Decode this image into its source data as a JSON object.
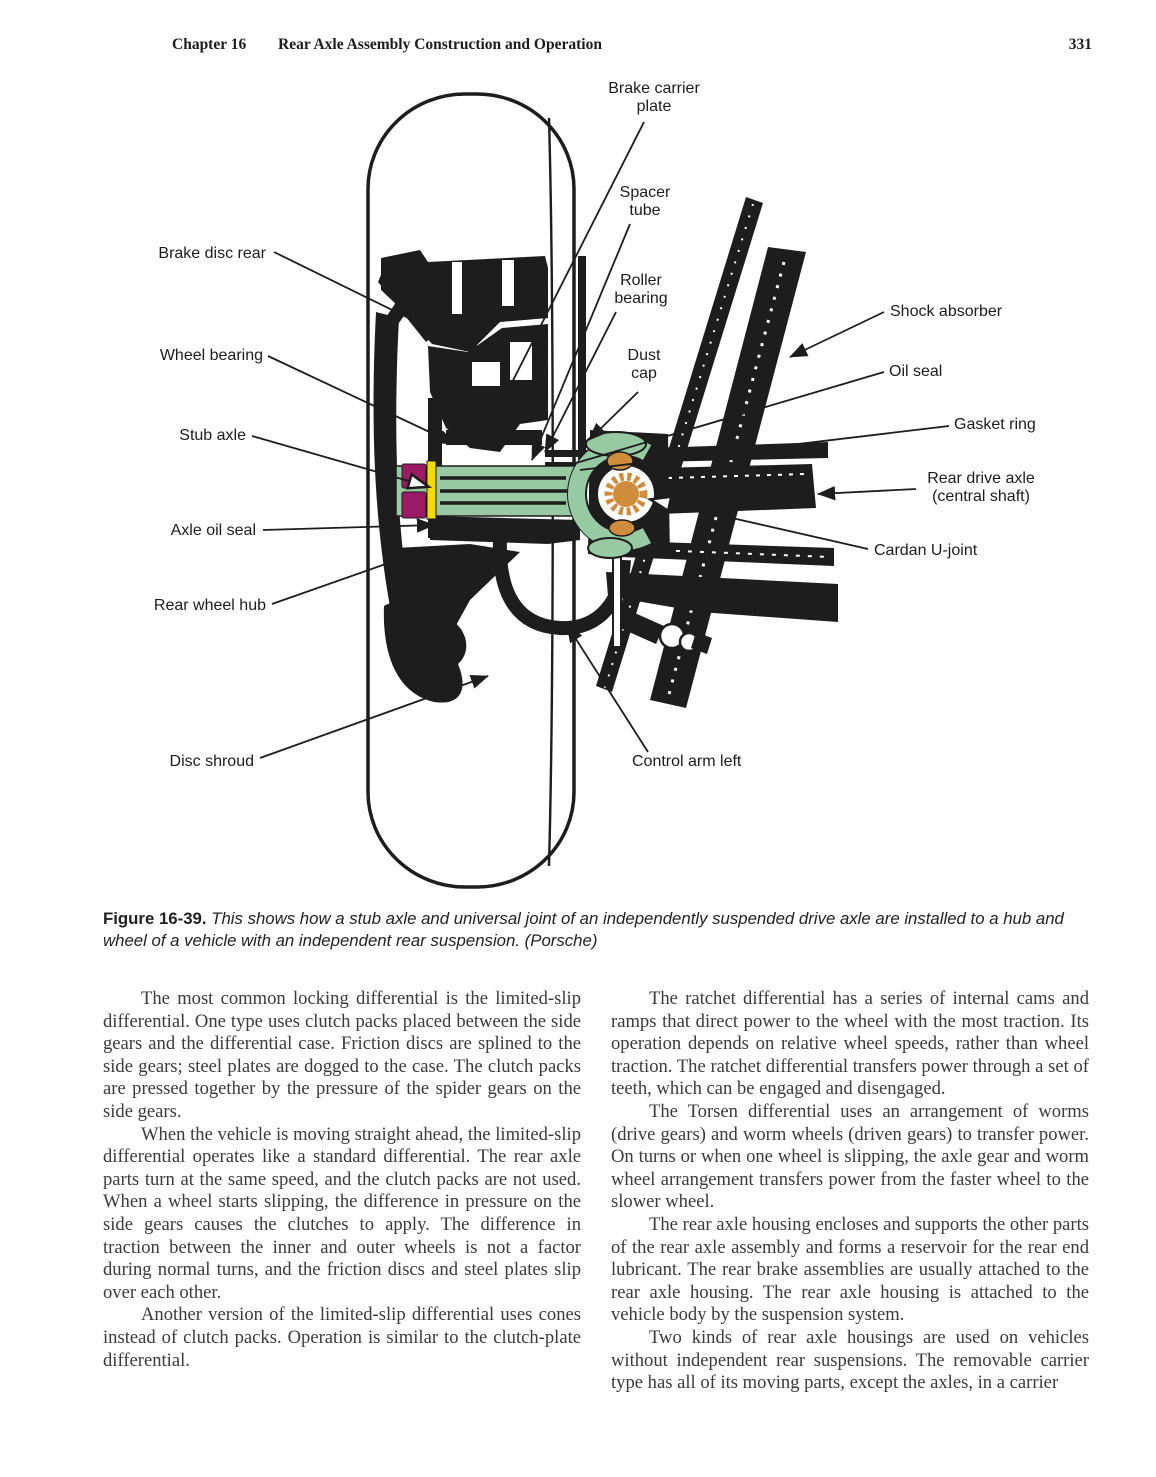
{
  "header": {
    "chapter": "Chapter 16",
    "title": "Rear Axle Assembly Construction and Operation",
    "page_number": "331"
  },
  "figure": {
    "labels": {
      "brake_carrier_plate": "Brake carrier plate",
      "spacer_tube": "Spacer tube",
      "brake_disc_rear": "Brake disc rear",
      "roller_bearing": "Roller bearing",
      "shock_absorber": "Shock absorber",
      "wheel_bearing": "Wheel bearing",
      "dust_cap": "Dust cap",
      "oil_seal": "Oil seal",
      "stub_axle": "Stub axle",
      "gasket_ring": "Gasket ring",
      "rear_drive_axle": "Rear drive axle (central shaft)",
      "axle_oil_seal": "Axle oil seal",
      "cardan_u_joint": "Cardan U-joint",
      "rear_wheel_hub": "Rear wheel hub",
      "disc_shroud": "Disc shroud",
      "control_arm_left": "Control arm left"
    },
    "caption": {
      "lead": "Figure 16-39.",
      "text": "This shows how a stub axle and universal joint of an independently suspended drive axle are installed to a hub and wheel of a vehicle with an independent rear suspension. (Porsche)"
    },
    "colors": {
      "green": "#97c9a3",
      "magenta": "#9b1a66",
      "yellow": "#f2dc00",
      "orange": "#cf8c3b",
      "ink": "#1d1d1d"
    }
  },
  "body": {
    "left": [
      "The most common locking differential is the limited-slip differential. One type uses clutch packs placed between the side gears and the differential case. Friction discs are splined to the side gears; steel plates are dogged to the case. The clutch packs are pressed together by the pressure of the spider gears on the side gears.",
      "When the vehicle is moving straight ahead, the limited-slip differential operates like a standard differential. The rear axle parts turn at the same speed, and the clutch packs are not used. When a wheel starts slipping, the difference in pressure on the side gears causes the clutches to apply. The difference in traction between the inner and outer wheels is not a factor during normal turns, and the friction discs and steel plates slip over each other.",
      "Another version of the limited-slip differential uses cones instead of clutch packs. Operation is similar to the clutch-plate differential."
    ],
    "right": [
      "The ratchet differential has a series of internal cams and ramps that direct power to the wheel with the most traction. Its operation depends on relative wheel speeds, rather than wheel traction. The ratchet differential transfers power through a set of teeth, which can be engaged and disengaged.",
      "The Torsen differential uses an arrangement of worms (drive gears) and worm wheels (driven gears) to transfer power. On turns or when one wheel is slipping, the axle gear and worm wheel arrangement transfers power from the faster wheel to the slower wheel.",
      "The rear axle housing encloses and supports the other parts of the rear axle assembly and forms a reservoir for the rear end lubricant. The rear brake assemblies are usually attached to the rear axle housing. The rear axle housing is attached to the vehicle body by the suspension system.",
      "Two kinds of rear axle housings are used on vehicles without independent rear suspensions. The removable carrier type has all of its moving parts, except the axles, in a carrier"
    ]
  }
}
